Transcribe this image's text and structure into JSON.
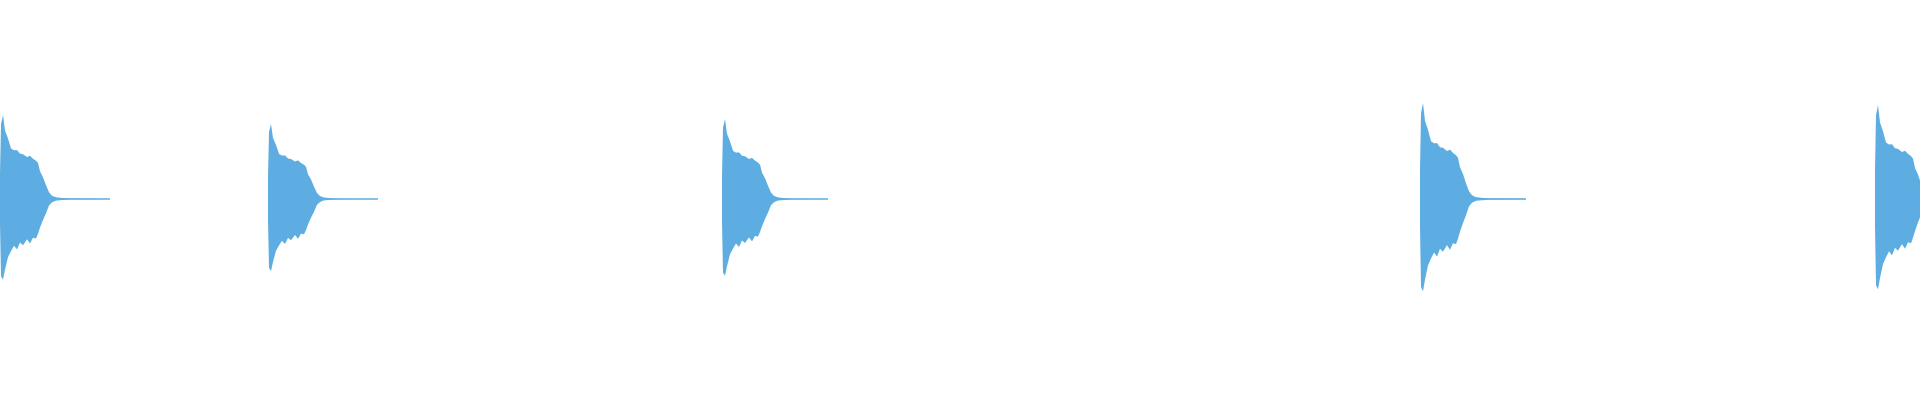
{
  "waveform": {
    "color": "#5dade2",
    "background": "#ffffff",
    "baseline_color": "#5dade2",
    "transients": [
      {
        "id": "hit-1",
        "peak": 0.84,
        "cut_left": true,
        "cut_right": false
      },
      {
        "id": "hit-2",
        "peak": 0.75,
        "cut_left": false,
        "cut_right": false
      },
      {
        "id": "hit-3",
        "peak": 0.8,
        "cut_left": false,
        "cut_right": false
      },
      {
        "id": "hit-4",
        "peak": 0.96,
        "cut_left": false,
        "cut_right": false
      },
      {
        "id": "hit-5",
        "peak": 0.94,
        "cut_left": false,
        "cut_right": true
      }
    ]
  }
}
